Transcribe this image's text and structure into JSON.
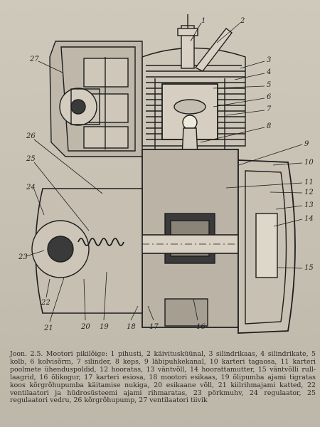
{
  "callouts": [
    "1",
    "2",
    "3",
    "4",
    "5",
    "6",
    "7",
    "8",
    "9",
    "10",
    "11",
    "12",
    "13",
    "14",
    "15",
    "16",
    "17",
    "18",
    "19",
    "20",
    "21",
    "22",
    "23",
    "24",
    "25",
    "26",
    "27"
  ],
  "caption": {
    "label": "Joon. 2.5.",
    "text": "Mootori pikilõige: 1 pihusti, 2 käivitusküünal, 3 silindrikaas, 4 silindrikate, 5 kolb, 6 kolvisõrm, 7 silinder, 8 keps, 9 läbipuhkekanal, 10 karteri tagaosa, 11 karteri poolmete ühenduspoldid, 12 hooratas, 13 väntvõll, 14 hoorattamutter, 15 väntvõlli rull-laagrid, 16 õlikogur, 17 karteri esiosa, 18 mootori esikaas, 19 õlipumba ajami tigratas koos kõrgrõhupumba käitamise nukiga, 20 esikaane võll, 21 kiilrihmajami katted, 22 ventilaatori ja hüdrosüsteemi ajami rihmaratas, 23 pörkmuhv, 24 regulaator, 25 regulaatori vedru, 26 kõrgrõhupump, 27 ventilaatori tiivik"
  }
}
